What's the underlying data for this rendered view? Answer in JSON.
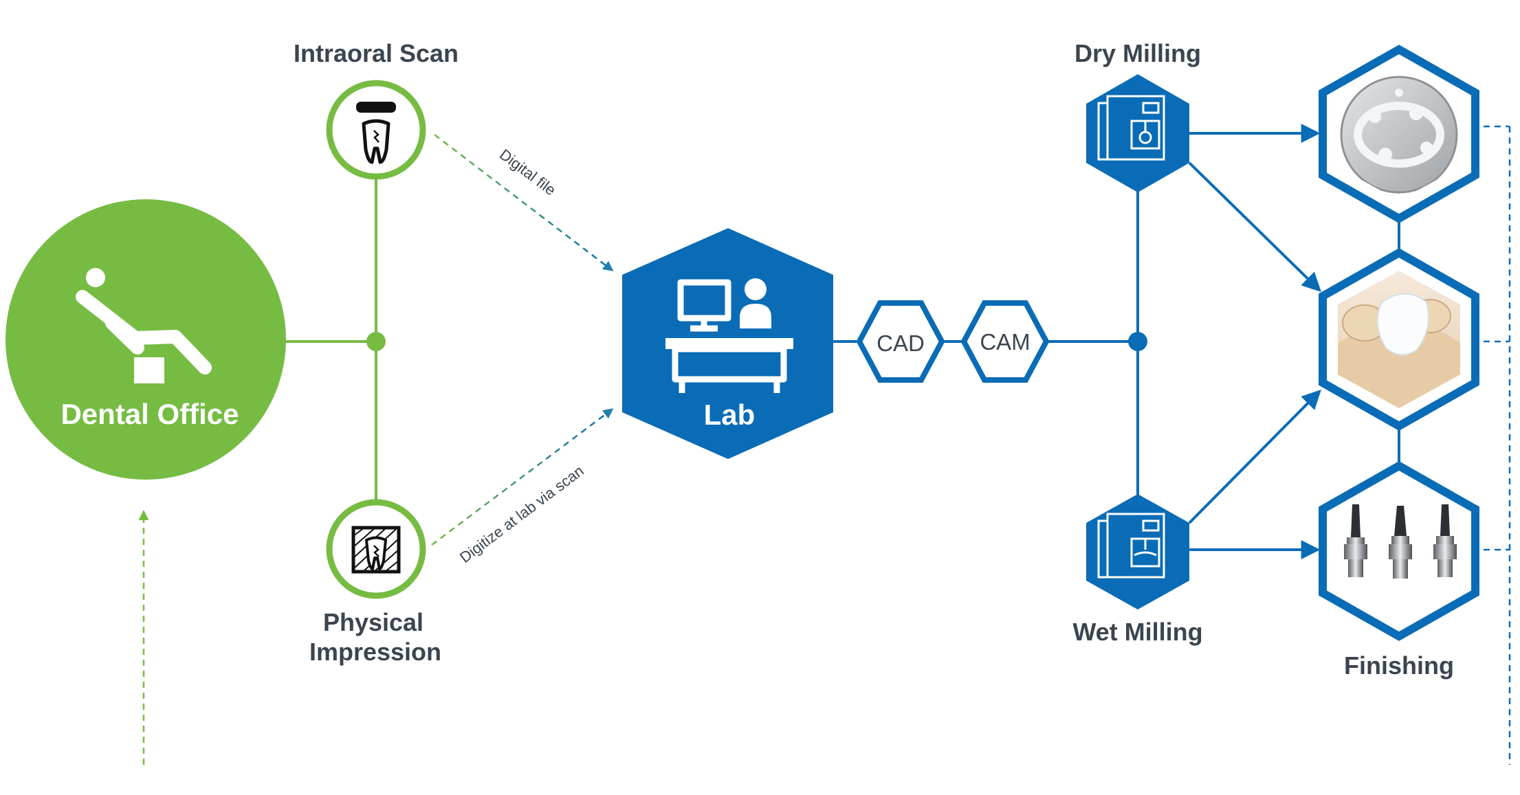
{
  "colors": {
    "green": "#76bc43",
    "blue": "#0a6cb6",
    "text": "#3a4550"
  },
  "nodes": {
    "dental_office": "Dental Office",
    "intraoral_scan": "Intraoral Scan",
    "physical_impression_line1": "Physical",
    "physical_impression_line2": "Impression",
    "lab": "Lab",
    "cad": "CAD",
    "cam": "CAM",
    "dry_milling": "Dry Milling",
    "wet_milling": "Wet Milling",
    "finishing": "Finishing"
  },
  "edges": {
    "digital_file": "Digital file",
    "digitize_at_lab": "Digitize at lab via scan"
  },
  "icons": {
    "dental_office": "dental-chair-icon",
    "intraoral_scan": "tooth-scanner-icon",
    "physical_impression": "impression-tray-icon",
    "lab": "lab-desk-icon",
    "dry_milling": "milling-machine-icon",
    "wet_milling": "milling-machine-icon",
    "product_disc": "milled-disc-image",
    "product_crown": "crown-model-image",
    "product_abutments": "abutments-image"
  }
}
